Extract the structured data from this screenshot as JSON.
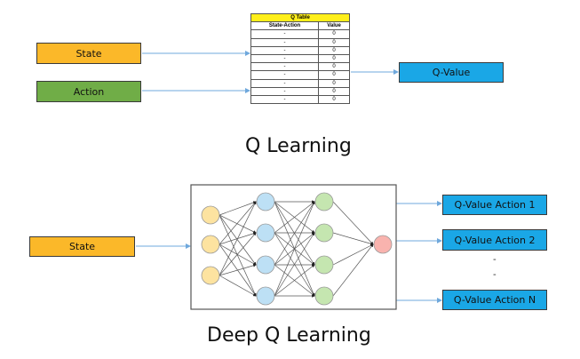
{
  "q_learning": {
    "inputs": [
      {
        "label": "State",
        "color": "#fbb829"
      },
      {
        "label": "Action",
        "color": "#70ad47"
      }
    ],
    "table": {
      "title": "Q Table",
      "columns": [
        "State-Action",
        "Value"
      ],
      "rows": [
        [
          "-",
          "0"
        ],
        [
          "-",
          "0"
        ],
        [
          "-",
          "0"
        ],
        [
          "-",
          "0"
        ],
        [
          "-",
          "0"
        ],
        [
          "-",
          "0"
        ],
        [
          "-",
          "0"
        ],
        [
          "-",
          "0"
        ],
        [
          "-",
          "0"
        ]
      ],
      "header_color": "#ffef1a"
    },
    "output": {
      "label": "Q-Value",
      "color": "#1aa7e6"
    },
    "caption": "Q Learning"
  },
  "deep_q_learning": {
    "input": {
      "label": "State",
      "color": "#fbb829"
    },
    "network": {
      "layers": [
        {
          "name": "input",
          "nodes": 3,
          "color": "#fde3a0"
        },
        {
          "name": "hidden-1",
          "nodes": 4,
          "color": "#bde0f5"
        },
        {
          "name": "hidden-2",
          "nodes": 4,
          "color": "#c5e6b0"
        },
        {
          "name": "output",
          "nodes": 1,
          "color": "#f9b3ae"
        }
      ]
    },
    "outputs": [
      {
        "label": "Q-Value Action 1"
      },
      {
        "label": "Q-Value Action 2"
      },
      {
        "label": "Q-Value Action N"
      }
    ],
    "ellipsis": [
      "-",
      "-"
    ],
    "caption": "Deep Q Learning"
  },
  "arrow_color": "#6fa8dc"
}
